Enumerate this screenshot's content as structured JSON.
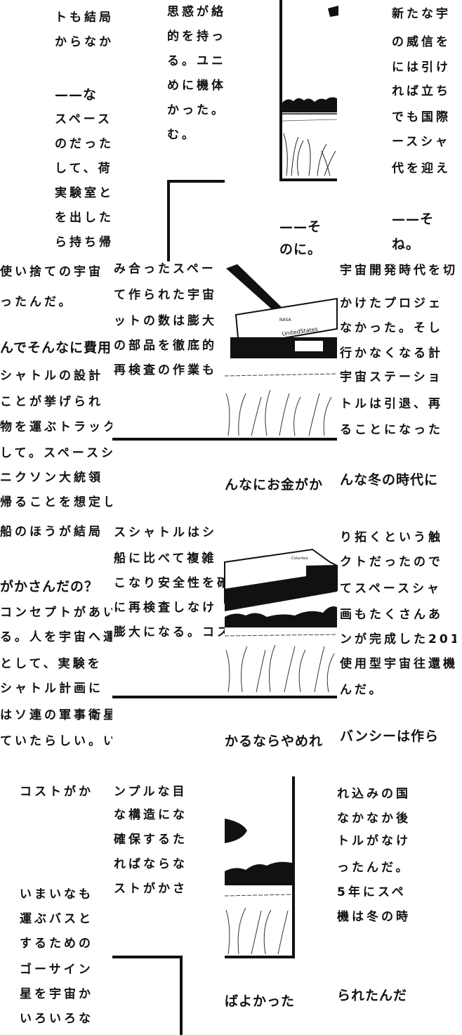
{
  "tiles": {
    "a1": {
      "lines": [
        "トも結局",
        "からなか",
        "——な",
        "スペース",
        "のだった",
        "して、荷物",
        "実験室と",
        "を出した",
        "ら持ち帰"
      ]
    },
    "a2": {
      "lines": [
        "使い捨ての宇宙",
        "ったんだ。",
        "んでそんなに費用",
        "シャトルの設計",
        "ことが挙げられ",
        "物を運ぶトラック",
        "して。スペースシ",
        "ニクソン大統領",
        "帰ることを想定し",
        "船のほうが結局",
        "がかさんだの？",
        "コンセプトがあい",
        "る。人を宇宙へ運",
        "として、実験を",
        "シャトル計画に",
        "はソ連の軍事衛星",
        "ていたらしい。い"
      ]
    },
    "a3": {
      "lines": [
        "コストがか",
        "いまいなも",
        "運ぶバスと",
        "するための",
        "ゴーサイン",
        "星を宇宙か",
        "いろいろな"
      ]
    },
    "b1": {
      "lines": [
        "思惑が絡",
        "的を持っ",
        "る。ユニ",
        "めに機体",
        "かった。コ",
        "む。"
      ]
    },
    "b2": {
      "lines": [
        "み合ったスペー",
        "て作られた宇宙",
        "ットの数は膨大",
        "の部品を徹底的",
        "再検査の作業も"
      ]
    },
    "b3": {
      "lines": [
        "スシャトルはシ",
        "船に比べて複雑",
        "こなり安全性を確",
        "に再検査しなけ",
        "膨大になる。コス"
      ]
    },
    "b4": {
      "lines": [
        "ンプルな目",
        "な構造にな",
        "確保するた",
        "ればならな",
        "ストがかさ"
      ]
    },
    "c1": {
      "lines": [
        "——そ",
        "のに。"
      ]
    },
    "c2": {
      "lines": [
        "んなにお金がか"
      ]
    },
    "c3": {
      "lines": [
        "かるならやめれ"
      ]
    },
    "c4": {
      "lines": [
        "ばよかった"
      ]
    },
    "d1": {
      "lines": [
        "新たな宇",
        "の威信を",
        "には引け",
        "れば立ち",
        "でも国際",
        "ースシャ",
        "代を迎え",
        "——そ",
        "ね。"
      ]
    },
    "d2": {
      "lines": [
        "宇宙開発時代を切",
        "かけたプロジェ",
        "なかった。そし",
        "行かなくなる計",
        "宇宙ステーショ",
        "トルは引退、再",
        "ることになった",
        "んな冬の時代に"
      ]
    },
    "d3": {
      "lines": [
        "り拓くという触",
        "クトだったので",
        "てスペースシャ",
        "画もたくさんあ",
        "ンが完成した201",
        "使用型宇宙往還機",
        "んだ。",
        "バンシーは作ら"
      ]
    },
    "d4": {
      "lines": [
        "れ込みの国",
        "なかなか後",
        "トルがなけ",
        "ったんだ。",
        "5年にスペ",
        "機は冬の時",
        "られたんだ"
      ]
    }
  },
  "illustrations": {
    "shuttle_1_labels": {
      "agency": "NASA",
      "name": "UnitedStates"
    },
    "shuttle_2_labels": {
      "name": "Columbia"
    }
  },
  "colors": {
    "ink": "#111111",
    "paper": "#ffffff"
  }
}
